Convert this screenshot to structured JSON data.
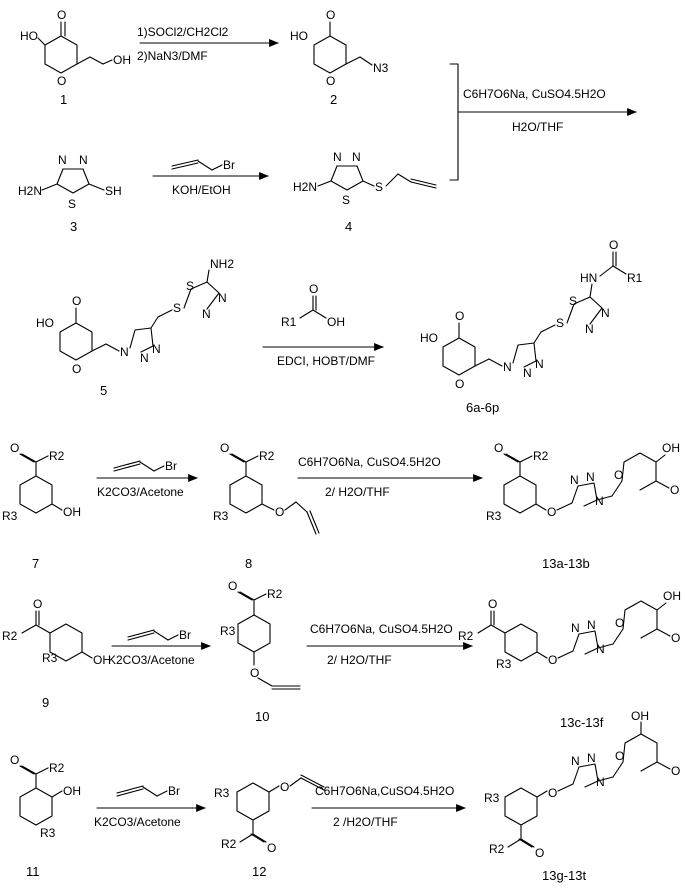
{
  "compounds": {
    "c1": "1",
    "c2": "2",
    "c3": "3",
    "c4": "4",
    "c5": "5",
    "c6": "6a-6p",
    "c7": "7",
    "c8": "8",
    "c13ab": "13a-13b",
    "c9": "9",
    "c10": "10",
    "c13cf": "13c-13f",
    "c11": "11",
    "c12": "12",
    "c13gt": "13g-13t"
  },
  "reagents": {
    "r1a": "1)SOCl2/CH2Cl2",
    "r1b": "2)NaN3/DMF",
    "r2": "KOH/EtOH",
    "r3a": "C6H7O6Na, CuSO4.5H2O",
    "r3b": "H2O/THF",
    "r4": "EDCI, HOBT/DMF",
    "r5": "K2CO3/Acetone",
    "r6a": "C6H7O6Na, CuSO4.5H2O",
    "r6b": "2/ H2O/THF",
    "r7": "K2CO3/Acetone",
    "r8a": "C6H7O6Na, CuSO4.5H2O",
    "r8b": "2/ H2O/THF",
    "r9": "K2CO3/Acetone",
    "r10a": "C6H7O6Na,CuSO4.5H2O",
    "r10b": "2 /H2O/THF"
  },
  "atoms": {
    "O": "O",
    "HO": "HO",
    "OH": "OH",
    "N": "N",
    "N3": "N3",
    "S": "S",
    "SH": "SH",
    "H2N": "H2N",
    "NH2": "NH2",
    "HN": "HN",
    "Br": "Br",
    "R1": "R1",
    "R2": "R2",
    "R3": "R3"
  }
}
